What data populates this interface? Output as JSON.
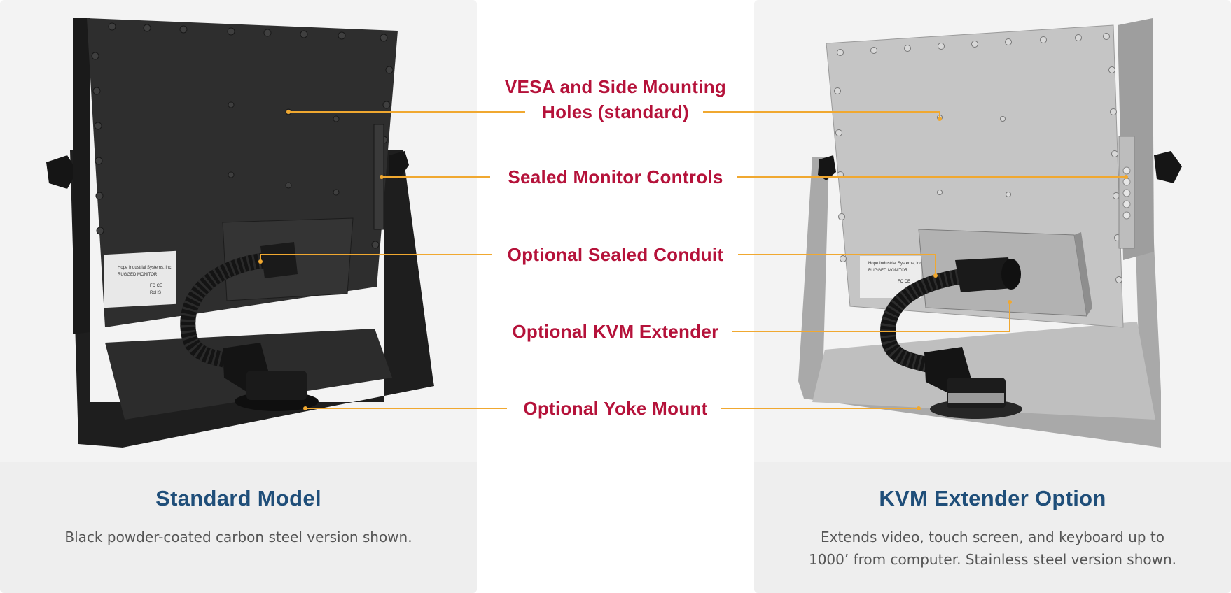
{
  "callouts": {
    "vesa_line1": "VESA and Side Mounting",
    "vesa_line2": "Holes (standard)",
    "controls": "Sealed Monitor Controls",
    "conduit": "Optional Sealed Conduit",
    "kvm": "Optional KVM Extender",
    "yoke": "Optional Yoke Mount"
  },
  "left_panel": {
    "title": "Standard Model",
    "description": "Black powder-coated carbon steel version shown.",
    "label_lines": [
      "Hope Industrial Systems, Inc.",
      "RUGGED MONITOR",
      "FC CE",
      "RoHS"
    ]
  },
  "right_panel": {
    "title": "KVM Extender Option",
    "description_line1": "Extends video, touch screen, and keyboard up to",
    "description_line2": "1000’ from computer. Stainless steel version shown.",
    "label_lines": [
      "Hope Industrial Systems, Inc.",
      "RUGGED MONITOR",
      "FC CE"
    ]
  },
  "colors": {
    "callout_text": "#b5123a",
    "leader_line": "#f0a830",
    "title_text": "#1f4e79",
    "desc_text": "#555555",
    "black_monitor": "#2a2a2a",
    "steel_monitor": "#b9b9b9"
  }
}
